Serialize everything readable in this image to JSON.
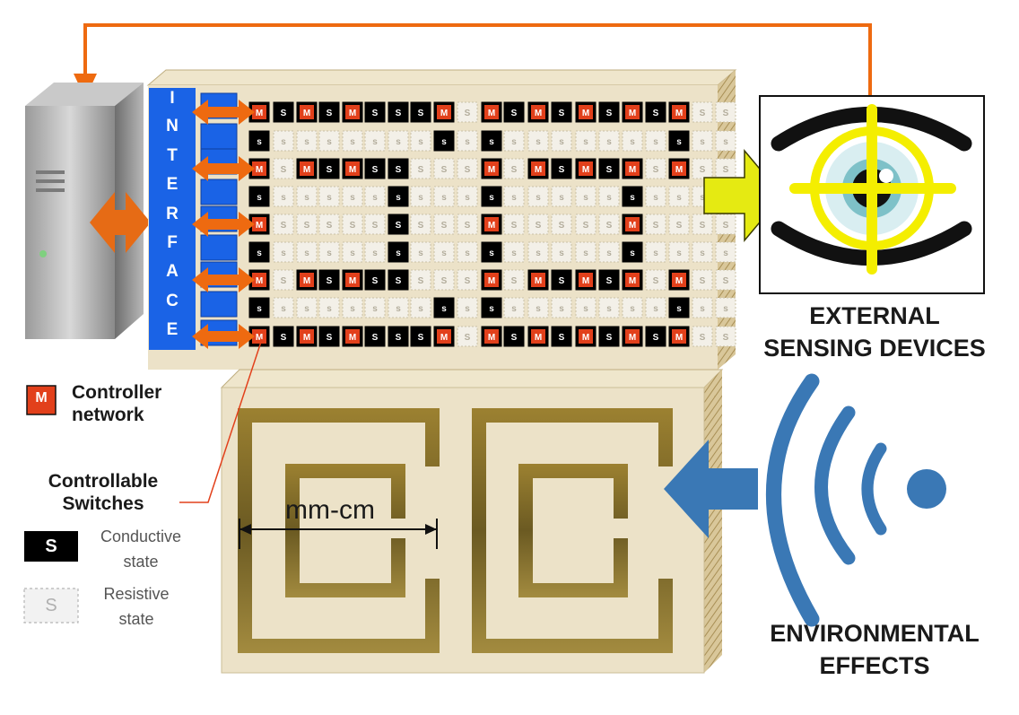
{
  "interface": {
    "letters": [
      "I",
      "N",
      "T",
      "E",
      "R",
      "F",
      "A",
      "C",
      "E"
    ]
  },
  "grid": {
    "controller_label": "M",
    "switch_label": "S",
    "switch_label_small": "s",
    "rows_of_text": 9,
    "cols_of_text": 21
  },
  "legend": {
    "controller_title_line1": "Controller",
    "controller_title_line2": "network",
    "switches_title_line1": "Controllable",
    "switches_title_line2": "Switches",
    "conductive_line1": "Conductive",
    "conductive_line2": "state",
    "resistive_line1": "Resistive",
    "resistive_line2": "state"
  },
  "lower_panel": {
    "dimension_label": "mm-cm"
  },
  "sensing": {
    "line1": "EXTERNAL",
    "line2": "SENSING DEVICES"
  },
  "environment": {
    "line1": "ENVIRONMENTAL",
    "line2": "EFFECTS"
  },
  "colors": {
    "orange": "#ee6a10",
    "interface_blue": "#1a63e6",
    "controller_red": "#e2401b",
    "gold": "#8b7229",
    "beige": "#ece2c8",
    "eye_yellow": "#f4ee00",
    "env_blue": "#3a78b5",
    "sense_arrow": "#e5ea12"
  }
}
